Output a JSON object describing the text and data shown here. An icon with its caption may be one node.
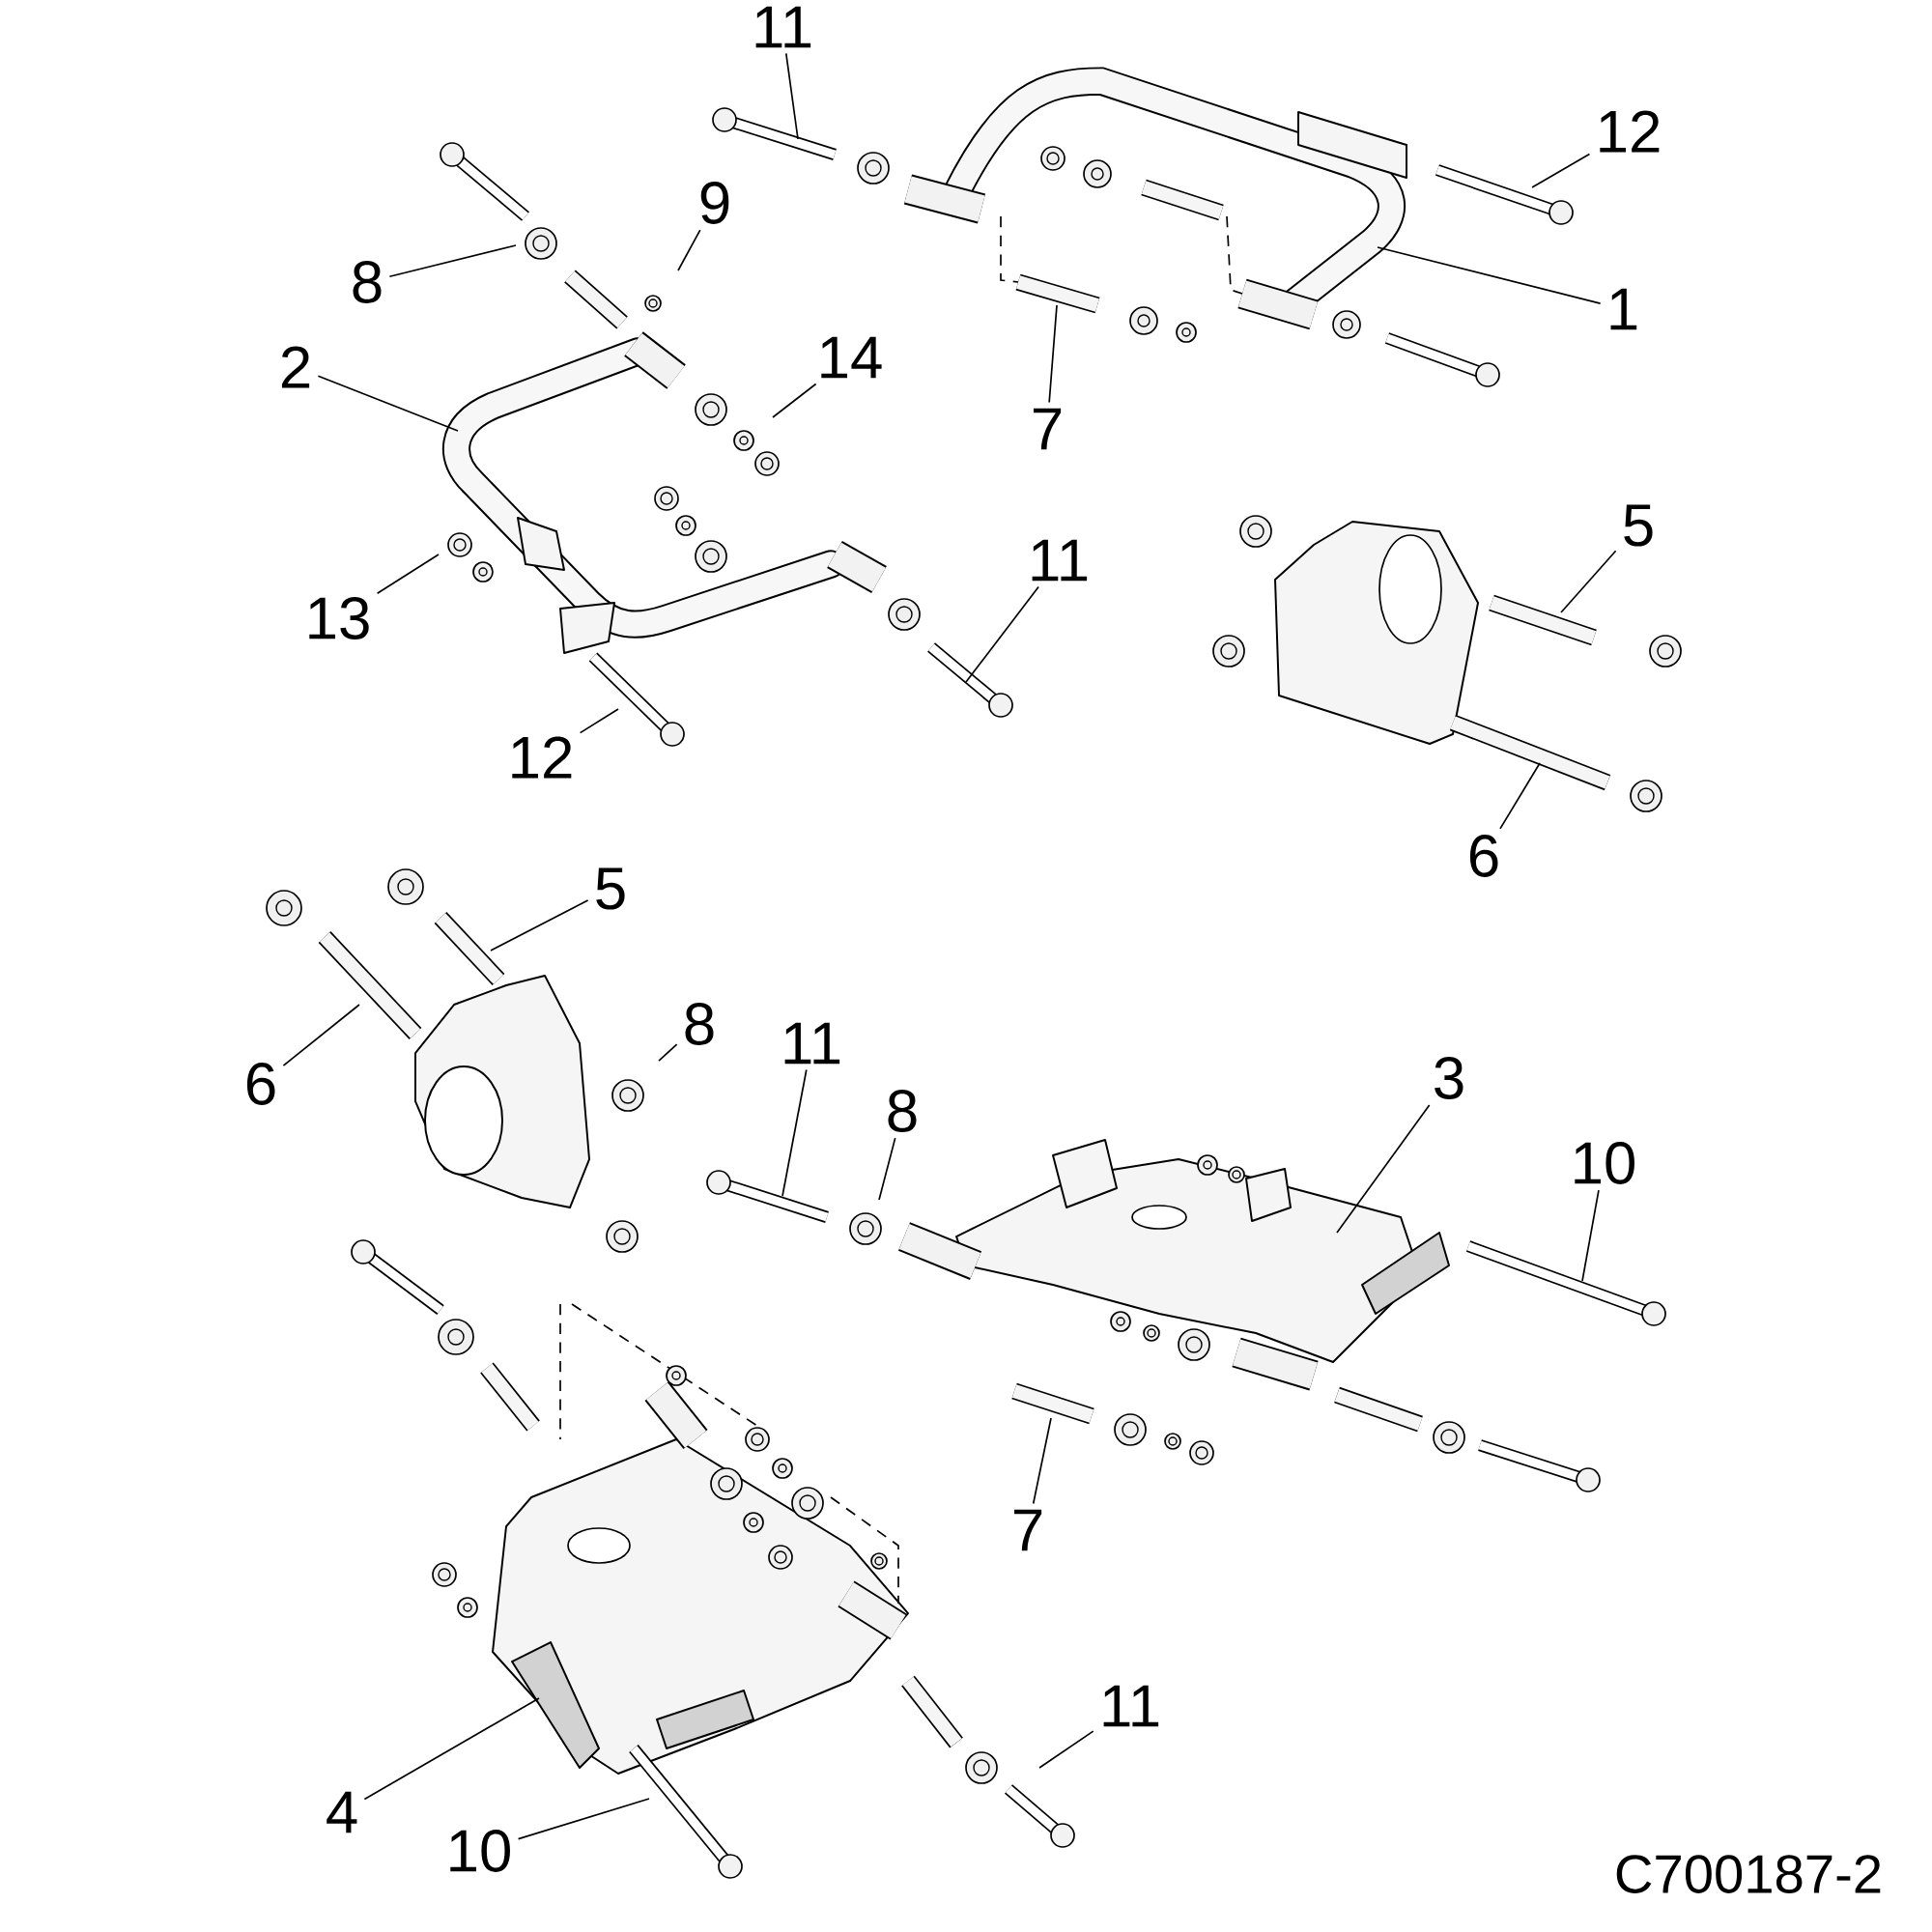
{
  "diagram": {
    "nodes": [
      {
        "text": [
          "11"
        ]
      },
      {
        "text": [
          "12"
        ]
      },
      {
        "text": [
          "9"
        ]
      },
      {
        "text": [
          "8"
        ]
      },
      {
        "text": [
          "1"
        ]
      },
      {
        "text": [
          "2"
        ]
      },
      {
        "text": [
          "14"
        ]
      },
      {
        "text": [
          "7"
        ]
      },
      {
        "text": [
          "11"
        ]
      },
      {
        "text": [
          "5"
        ]
      },
      {
        "text": [
          "13"
        ]
      },
      {
        "text": [
          "12"
        ]
      },
      {
        "text": [
          "6"
        ]
      },
      {
        "text": [
          "5"
        ]
      },
      {
        "text": [
          "6"
        ]
      },
      {
        "text": [
          "8"
        ]
      },
      {
        "text": [
          "3"
        ]
      },
      {
        "text": [
          "11"
        ]
      },
      {
        "text": [
          "8"
        ]
      },
      {
        "text": [
          "10"
        ]
      },
      {
        "text": [
          "7"
        ]
      },
      {
        "text": [
          "11"
        ]
      },
      {
        "text": [
          "4"
        ]
      },
      {
        "text": [
          "10"
        ]
      }
    ],
    "edges": [
      {
        "from": 0,
        "to": null,
        "arrow": "none"
      },
      {
        "from": 1,
        "to": null,
        "arrow": "none"
      },
      {
        "from": 2,
        "to": null,
        "arrow": "none"
      },
      {
        "from": 3,
        "to": null,
        "arrow": "none"
      },
      {
        "from": 4,
        "to": null,
        "arrow": "none"
      },
      {
        "from": 5,
        "to": null,
        "arrow": "none"
      },
      {
        "from": 6,
        "to": null,
        "arrow": "none"
      },
      {
        "from": 7,
        "to": null,
        "arrow": "none"
      },
      {
        "from": 8,
        "to": null,
        "arrow": "none"
      },
      {
        "from": 9,
        "to": null,
        "arrow": "none"
      },
      {
        "from": 10,
        "to": null,
        "arrow": "none"
      },
      {
        "from": 11,
        "to": null,
        "arrow": "none"
      },
      {
        "from": 12,
        "to": null,
        "arrow": "none"
      },
      {
        "from": 13,
        "to": null,
        "arrow": "none"
      },
      {
        "from": 14,
        "to": null,
        "arrow": "none"
      },
      {
        "from": 15,
        "to": null,
        "arrow": "none"
      },
      {
        "from": 16,
        "to": null,
        "arrow": "none"
      },
      {
        "from": 17,
        "to": null,
        "arrow": "none"
      },
      {
        "from": 18,
        "to": null,
        "arrow": "none"
      },
      {
        "from": 19,
        "to": null,
        "arrow": "none"
      },
      {
        "from": 20,
        "to": null,
        "arrow": "none"
      },
      {
        "from": 21,
        "to": null,
        "arrow": "none"
      },
      {
        "from": 22,
        "to": null,
        "arrow": "none"
      },
      {
        "from": 23,
        "to": null,
        "arrow": "none"
      }
    ],
    "labels": [
      "C700187-2"
    ]
  }
}
